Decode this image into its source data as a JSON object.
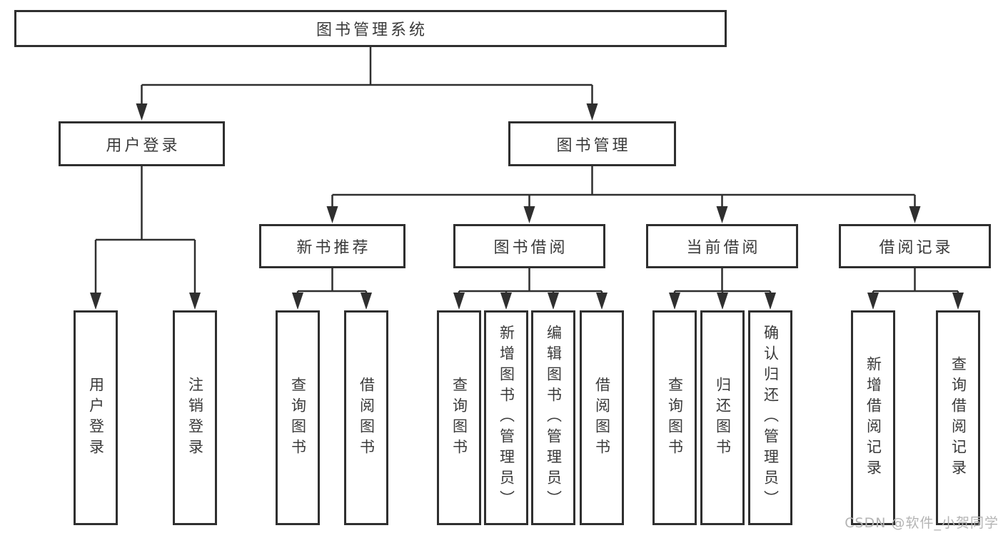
{
  "colors": {
    "background": "#ffffff",
    "line": "#2f2f2f",
    "box_border": "#2f2f2f",
    "text": "#3a3a3a",
    "watermark": "#b4b4b4"
  },
  "diagram": {
    "type": "tree",
    "root": {
      "label": "图书管理系统"
    },
    "level2": [
      {
        "label": "用户登录",
        "parent": "图书管理系统"
      },
      {
        "label": "图书管理",
        "parent": "图书管理系统"
      }
    ],
    "level3": [
      {
        "label": "新书推荐",
        "parent": "图书管理"
      },
      {
        "label": "图书借阅",
        "parent": "图书管理"
      },
      {
        "label": "当前借阅",
        "parent": "图书管理"
      },
      {
        "label": "借阅记录",
        "parent": "图书管理"
      }
    ],
    "leaves": [
      {
        "label": "用户登录",
        "parent": "用户登录"
      },
      {
        "label": "注销登录",
        "parent": "用户登录"
      },
      {
        "label": "查询图书",
        "parent": "新书推荐"
      },
      {
        "label": "借阅图书",
        "parent": "新书推荐"
      },
      {
        "label": "查询图书",
        "parent": "图书借阅"
      },
      {
        "label": "新增图书（管理员）",
        "parent": "图书借阅"
      },
      {
        "label": "编辑图书（管理员）",
        "parent": "图书借阅"
      },
      {
        "label": "借阅图书",
        "parent": "图书借阅"
      },
      {
        "label": "查询图书",
        "parent": "当前借阅"
      },
      {
        "label": "归还图书",
        "parent": "当前借阅"
      },
      {
        "label": "确认归还（管理员）",
        "parent": "当前借阅"
      },
      {
        "label": "新增借阅记录",
        "parent": "借阅记录"
      },
      {
        "label": "查询借阅记录",
        "parent": "借阅记录"
      }
    ]
  },
  "watermark": {
    "text": "CSDN @软件_小贺同学"
  }
}
